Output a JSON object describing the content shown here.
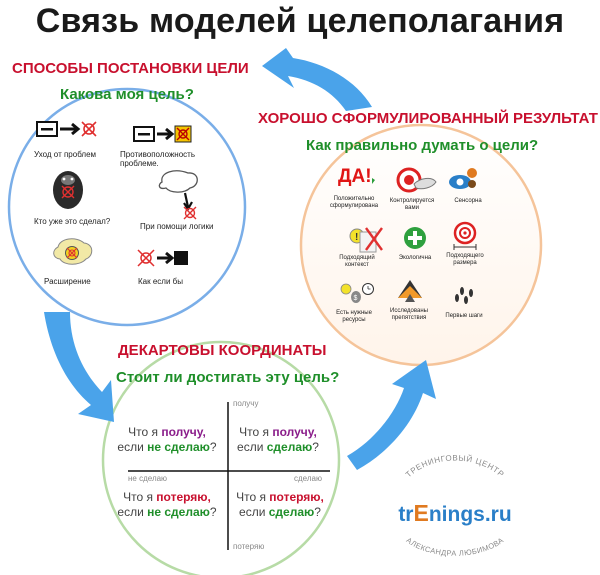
{
  "title": "Связь моделей целеполагания",
  "methods": {
    "heading": "СПОСОБЫ ПОСТАНОВКИ ЦЕЛИ",
    "question": "Какова моя цель?",
    "items": [
      "Уход от проблем",
      "Противоположность проблеме.",
      "Кто уже это сделал?",
      "При помощи логики",
      "Расширение",
      "Как если бы"
    ]
  },
  "result": {
    "heading": "ХОРОШО СФОРМУЛИРОВАННЫЙ РЕЗУЛЬТАТ",
    "question": "Как правильно думать о цели?",
    "icon_text": "ДА!",
    "items": [
      "Положительно сформулирована",
      "Контролируется вами",
      "Сенсорна",
      "Подходящий контекст",
      "Экологична",
      "Подходящего размера",
      "Есть нужные ресурсы",
      "Исследованы препятствия",
      "Первые шаги"
    ]
  },
  "cartesian": {
    "heading": "ДЕКАРТОВЫ КООРДИНАТЫ",
    "question": "Стоит ли достигать эту цель?",
    "axis": {
      "top": "получу",
      "bottom": "потеряю",
      "left": "не сделаю",
      "right": "сделаю"
    },
    "quadrants": {
      "tl": {
        "prefix": "Что я ",
        "verb": "получу,",
        "line2_prefix": "если ",
        "action": "не сделаю",
        "suffix": "?"
      },
      "tr": {
        "prefix": "Что я ",
        "verb": "получу,",
        "line2_prefix": "если ",
        "action": "сделаю",
        "suffix": "?"
      },
      "bl": {
        "prefix": "Что я ",
        "verb": "потеряю,",
        "line2_prefix": "если ",
        "action": "не сделаю",
        "suffix": "?"
      },
      "br": {
        "prefix": "Что я ",
        "verb": "потеряю,",
        "line2_prefix": "если ",
        "action": "сделаю",
        "suffix": "?"
      }
    }
  },
  "logo": {
    "top_arc": "ТРЕНИНГОВЫЙ ЦЕНТР",
    "brand_a": "tr",
    "brand_b": "E",
    "brand_c": "nings.ru",
    "bottom_arc": "АЛЕКСАНДРА ЛЮБИМОВА"
  },
  "colors": {
    "blue_circle": "#7aaee8",
    "orange_circle": "#f5c49a",
    "green_circle": "#b7dba6",
    "arrow": "#4aa3ea",
    "red": "#c8102e",
    "green": "#1f8f2a",
    "purple": "#8a1c8a"
  }
}
